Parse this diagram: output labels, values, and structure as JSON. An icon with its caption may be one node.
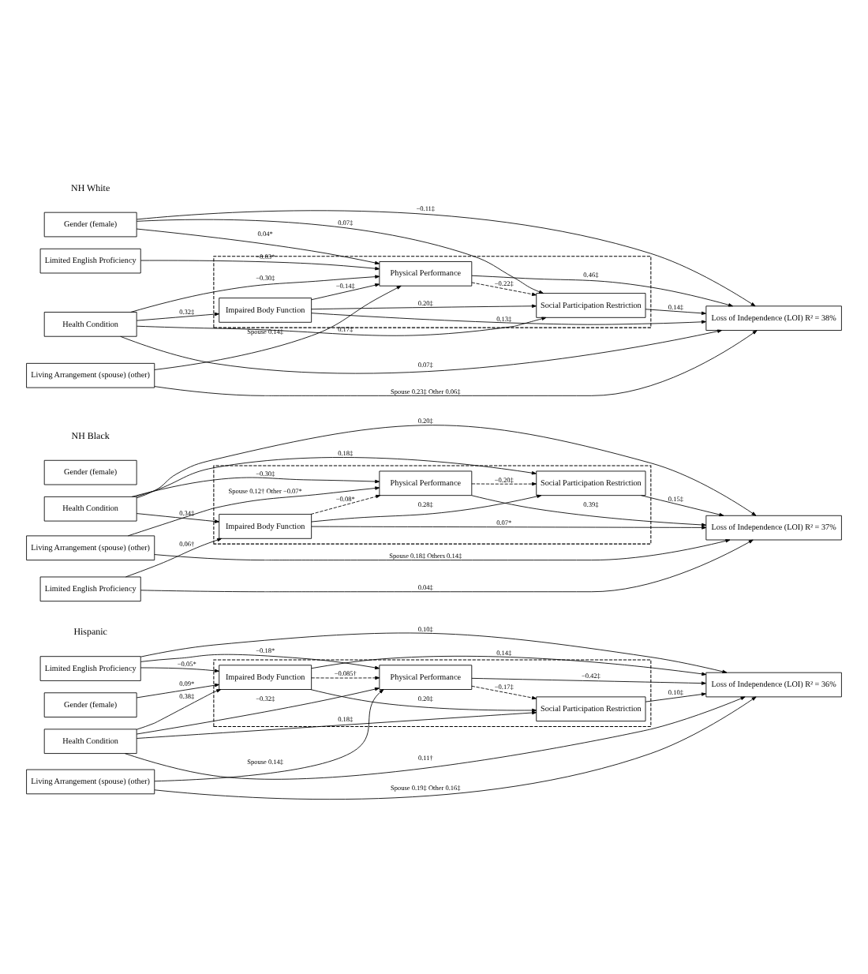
{
  "diagram": {
    "nodes": [
      {
        "text": [
          "Gender (female)"
        ]
      },
      {
        "text": [
          "Health Condition"
        ]
      },
      {
        "text": [
          "Living Arrangement (spouse) (other)"
        ]
      },
      {
        "text": [
          "Limited English Proficiency"
        ]
      },
      {
        "text": [],
        "shape": "box"
      },
      {
        "text": [
          "Impaired Body Function"
        ],
        "in": 4
      },
      {
        "text": [
          "Physical Performance"
        ],
        "in": 4
      },
      {
        "text": [
          "Social Participation Restriction"
        ],
        "in": 4
      },
      {
        "text": [
          "Loss of Independence (LOI) R² = 38%"
        ]
      },
      {
        "text": [
          "Gender (female)"
        ]
      },
      {
        "text": [
          "Health Condition"
        ]
      },
      {
        "text": [
          "Living Arrangement (spouse) (other)"
        ]
      },
      {
        "text": [
          "Limited English Proficiency"
        ]
      },
      {
        "text": [],
        "shape": "box"
      },
      {
        "text": [
          "Impaired Body Function"
        ],
        "in": 13
      },
      {
        "text": [
          "Physical Performance"
        ],
        "in": 13
      },
      {
        "text": [
          "Social Participation Restriction"
        ],
        "in": 13
      },
      {
        "text": [
          "Loss of Independence (LOI) R² = 37%"
        ]
      },
      {
        "text": [
          "Gender (female)"
        ]
      },
      {
        "text": [
          "Health Condition"
        ]
      },
      {
        "text": [
          "Living Arrangement (spouse) (other)"
        ]
      },
      {
        "text": [
          "Limited English Proficiency"
        ]
      },
      {
        "text": [],
        "shape": "box"
      },
      {
        "text": [
          "Impaired Body Function"
        ],
        "in": 22
      },
      {
        "text": [
          "Physical Performance"
        ],
        "in": 22
      },
      {
        "text": [
          "Social Participation Restriction"
        ],
        "in": 22
      },
      {
        "text": [
          "Loss of Independence (LOI) R² = 36%"
        ]
      }
    ],
    "edges": [
      {
        "from": 0,
        "to": 6,
        "arrow": "to",
        "label": "0.04*"
      },
      {
        "from": 0,
        "to": 7,
        "arrow": "to",
        "label": "0.07‡"
      },
      {
        "from": 1,
        "to": 5,
        "arrow": "to",
        "label": "0.32‡"
      },
      {
        "from": 1,
        "to": 6,
        "arrow": "to",
        "label": "−0.30‡"
      },
      {
        "from": 1,
        "to": 7,
        "arrow": "to",
        "label": "0.17‡"
      },
      {
        "from": 2,
        "to": 6,
        "arrow": "to",
        "label": "Spouse 0.14‡"
      },
      {
        "from": 3,
        "to": 6,
        "arrow": "to",
        "label": "−0.03*"
      },
      {
        "from": 5,
        "to": 6,
        "arrow": "to",
        "label": "−0.14‡"
      },
      {
        "from": 6,
        "to": 7,
        "arrow": "to",
        "label": "−0.22‡",
        "style": "dashed"
      },
      {
        "from": 5,
        "to": 7,
        "arrow": "to",
        "label": "0.20‡"
      },
      {
        "from": 5,
        "to": 8,
        "arrow": "to",
        "label": "0.13‡"
      },
      {
        "from": 6,
        "to": 8,
        "arrow": "to",
        "label": "0.46‡"
      },
      {
        "from": 7,
        "to": 8,
        "arrow": "to",
        "label": "0.14‡"
      },
      {
        "from": 0,
        "to": 8,
        "arrow": "to",
        "label": "−0.11‡"
      },
      {
        "from": 1,
        "to": 8,
        "arrow": "to",
        "label": "0.07‡"
      },
      {
        "from": 2,
        "to": 8,
        "arrow": "to",
        "label": "Spouse 0.23‡ Other 0.06‡"
      },
      {
        "from": 10,
        "to": 14,
        "arrow": "to",
        "label": "0.34‡"
      },
      {
        "from": 10,
        "to": 15,
        "arrow": "to",
        "label": "−0.30‡"
      },
      {
        "from": 10,
        "to": 16,
        "arrow": "to",
        "label": "0.18‡"
      },
      {
        "from": 11,
        "to": 15,
        "arrow": "to",
        "label": "Spouse 0.12† Other −0.07*"
      },
      {
        "from": 12,
        "to": 14,
        "arrow": "to",
        "label": "0.06†"
      },
      {
        "from": 14,
        "to": 15,
        "arrow": "to",
        "label": "−0.08*",
        "style": "dashed"
      },
      {
        "from": 15,
        "to": 16,
        "arrow": "to",
        "label": "−0.20‡",
        "style": "dashed"
      },
      {
        "from": 14,
        "to": 16,
        "arrow": "to",
        "label": "0.28‡"
      },
      {
        "from": 14,
        "to": 17,
        "arrow": "to",
        "label": "0.07*"
      },
      {
        "from": 15,
        "to": 17,
        "arrow": "to",
        "label": "0.39‡"
      },
      {
        "from": 16,
        "to": 17,
        "arrow": "to",
        "label": "0.15‡"
      },
      {
        "from": 10,
        "to": 17,
        "arrow": "to",
        "label": "0.20‡"
      },
      {
        "from": 12,
        "to": 17,
        "arrow": "to",
        "label": "0.04‡"
      },
      {
        "from": 11,
        "to": 17,
        "arrow": "to",
        "label": "Spouse 0.18‡ Others 0.14‡"
      },
      {
        "from": 18,
        "to": 23,
        "arrow": "to",
        "label": "0.09*"
      },
      {
        "from": 19,
        "to": 23,
        "arrow": "to",
        "label": "0.38‡"
      },
      {
        "from": 19,
        "to": 24,
        "arrow": "to",
        "label": "−0.32‡"
      },
      {
        "from": 19,
        "to": 25,
        "arrow": "to",
        "label": "0.18‡"
      },
      {
        "from": 20,
        "to": 24,
        "arrow": "to",
        "label": "Spouse 0.14‡"
      },
      {
        "from": 21,
        "to": 23,
        "arrow": "to",
        "label": "−0.05*"
      },
      {
        "from": 21,
        "to": 24,
        "arrow": "to",
        "label": "−0.18*"
      },
      {
        "from": 23,
        "to": 24,
        "arrow": "to",
        "label": "−0.085†",
        "style": "dashed"
      },
      {
        "from": 24,
        "to": 25,
        "arrow": "to",
        "label": "−0.17‡",
        "style": "dashed"
      },
      {
        "from": 23,
        "to": 25,
        "arrow": "to",
        "label": "0.20‡"
      },
      {
        "from": 23,
        "to": 26,
        "arrow": "to",
        "label": "0.14‡"
      },
      {
        "from": 24,
        "to": 26,
        "arrow": "to",
        "label": "−0.42‡"
      },
      {
        "from": 25,
        "to": 26,
        "arrow": "to",
        "label": "0.10‡"
      },
      {
        "from": 19,
        "to": 26,
        "arrow": "to",
        "label": "0.11†"
      },
      {
        "from": 21,
        "to": 26,
        "arrow": "to",
        "label": "0.10‡"
      },
      {
        "from": 20,
        "to": 26,
        "arrow": "to",
        "label": "Spouse 0.19‡ Other 0.16‡"
      }
    ],
    "labels": [
      "NH White",
      "NH Black",
      "Hispanic"
    ]
  }
}
